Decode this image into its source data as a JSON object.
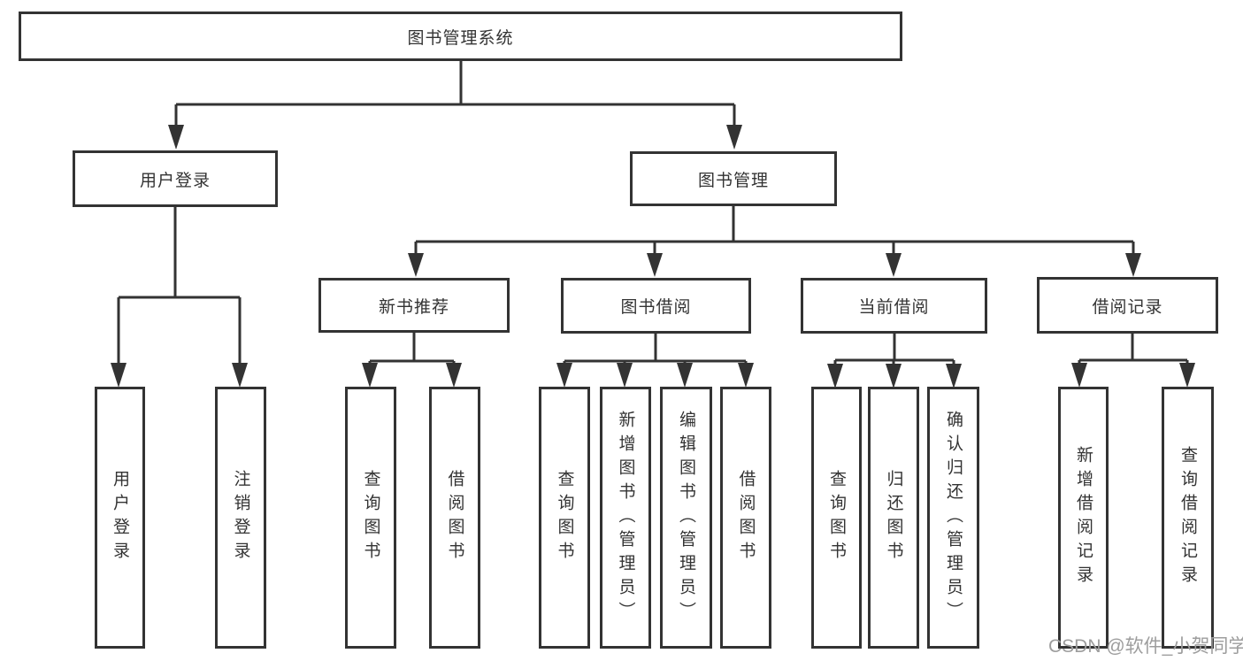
{
  "diagram_title": "图书管理系统",
  "tree": {
    "root": {
      "label": "图书管理系统"
    },
    "level2": [
      {
        "label": "用户登录",
        "children": [
          {
            "label": "用户登录"
          },
          {
            "label": "注销登录"
          }
        ]
      },
      {
        "label": "图书管理",
        "children": [
          {
            "label": "新书推荐",
            "children": [
              {
                "label": "查询图书"
              },
              {
                "label": "借阅图书"
              }
            ]
          },
          {
            "label": "图书借阅",
            "children": [
              {
                "label": "查询图书"
              },
              {
                "label": "新增图书（管理员）"
              },
              {
                "label": "编辑图书（管理员）"
              },
              {
                "label": "借阅图书"
              }
            ]
          },
          {
            "label": "当前借阅",
            "children": [
              {
                "label": "查询图书"
              },
              {
                "label": "归还图书"
              },
              {
                "label": "确认归还（管理员）"
              }
            ]
          },
          {
            "label": "借阅记录",
            "children": [
              {
                "label": "新增借阅记录"
              },
              {
                "label": "查询借阅记录"
              }
            ]
          }
        ]
      }
    ]
  },
  "watermark": {
    "text": "CSDN @软件_小贺同学",
    "color": "#9d9d9d"
  },
  "colors": {
    "line": "#333333",
    "box_border": "#333333",
    "text": "#333333",
    "background": "#ffffff"
  }
}
